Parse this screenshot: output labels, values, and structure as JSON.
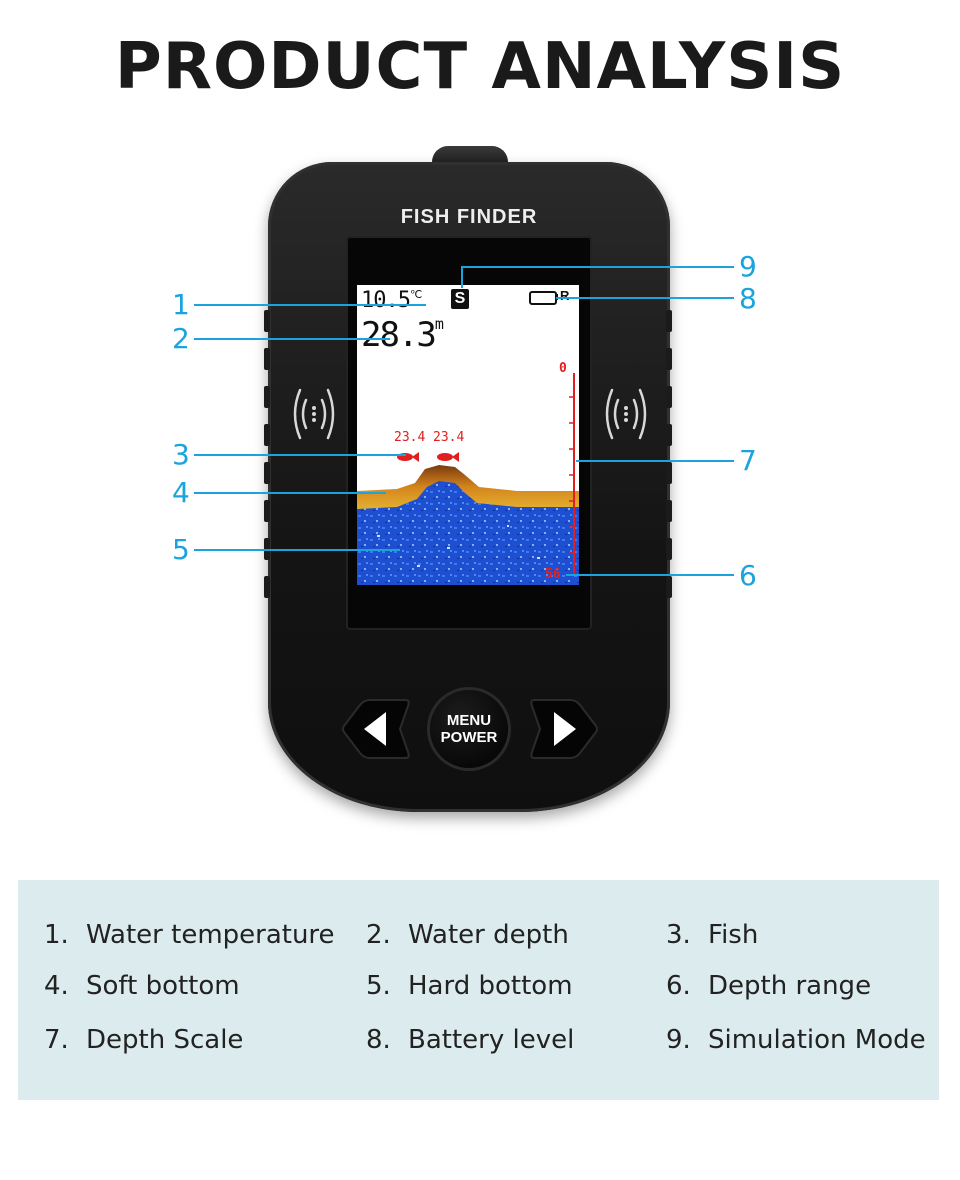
{
  "title": "PRODUCT ANALYSIS",
  "device": {
    "brand_label": "FISH FINDER",
    "screen": {
      "temperature": "10.5",
      "temperature_unit": "℃",
      "depth": "28.3",
      "depth_unit": "m",
      "mode_badge": "S",
      "battery_icon": "battery-icon",
      "receiver_label": "R",
      "fish_labels": [
        "23.4",
        "23.4"
      ],
      "scale_top": "0",
      "scale_bottom": "56"
    },
    "buttons": {
      "left_icon": "left-arrow-icon",
      "menu_line1": "MENU",
      "menu_line2": "POWER",
      "right_icon": "right-arrow-icon"
    }
  },
  "callouts": [
    "1",
    "2",
    "3",
    "4",
    "5",
    "6",
    "7",
    "8",
    "9"
  ],
  "legend": [
    {
      "num": "1.",
      "label": "Water temperature"
    },
    {
      "num": "2.",
      "label": "Water depth"
    },
    {
      "num": "3.",
      "label": "Fish"
    },
    {
      "num": "4.",
      "label": "Soft bottom"
    },
    {
      "num": "5.",
      "label": "Hard bottom"
    },
    {
      "num": "6.",
      "label": "Depth range"
    },
    {
      "num": "7.",
      "label": "Depth Scale"
    },
    {
      "num": "8.",
      "label": "Battery level"
    },
    {
      "num": "9.",
      "label": "Simulation Mode"
    }
  ],
  "colors": {
    "accent": "#1aa3dd",
    "legend_bg": "#dcebee",
    "sonar_red": "#e02020",
    "soft_bottom": "#c87a1a",
    "hard_bottom": "#1e4fd0"
  }
}
